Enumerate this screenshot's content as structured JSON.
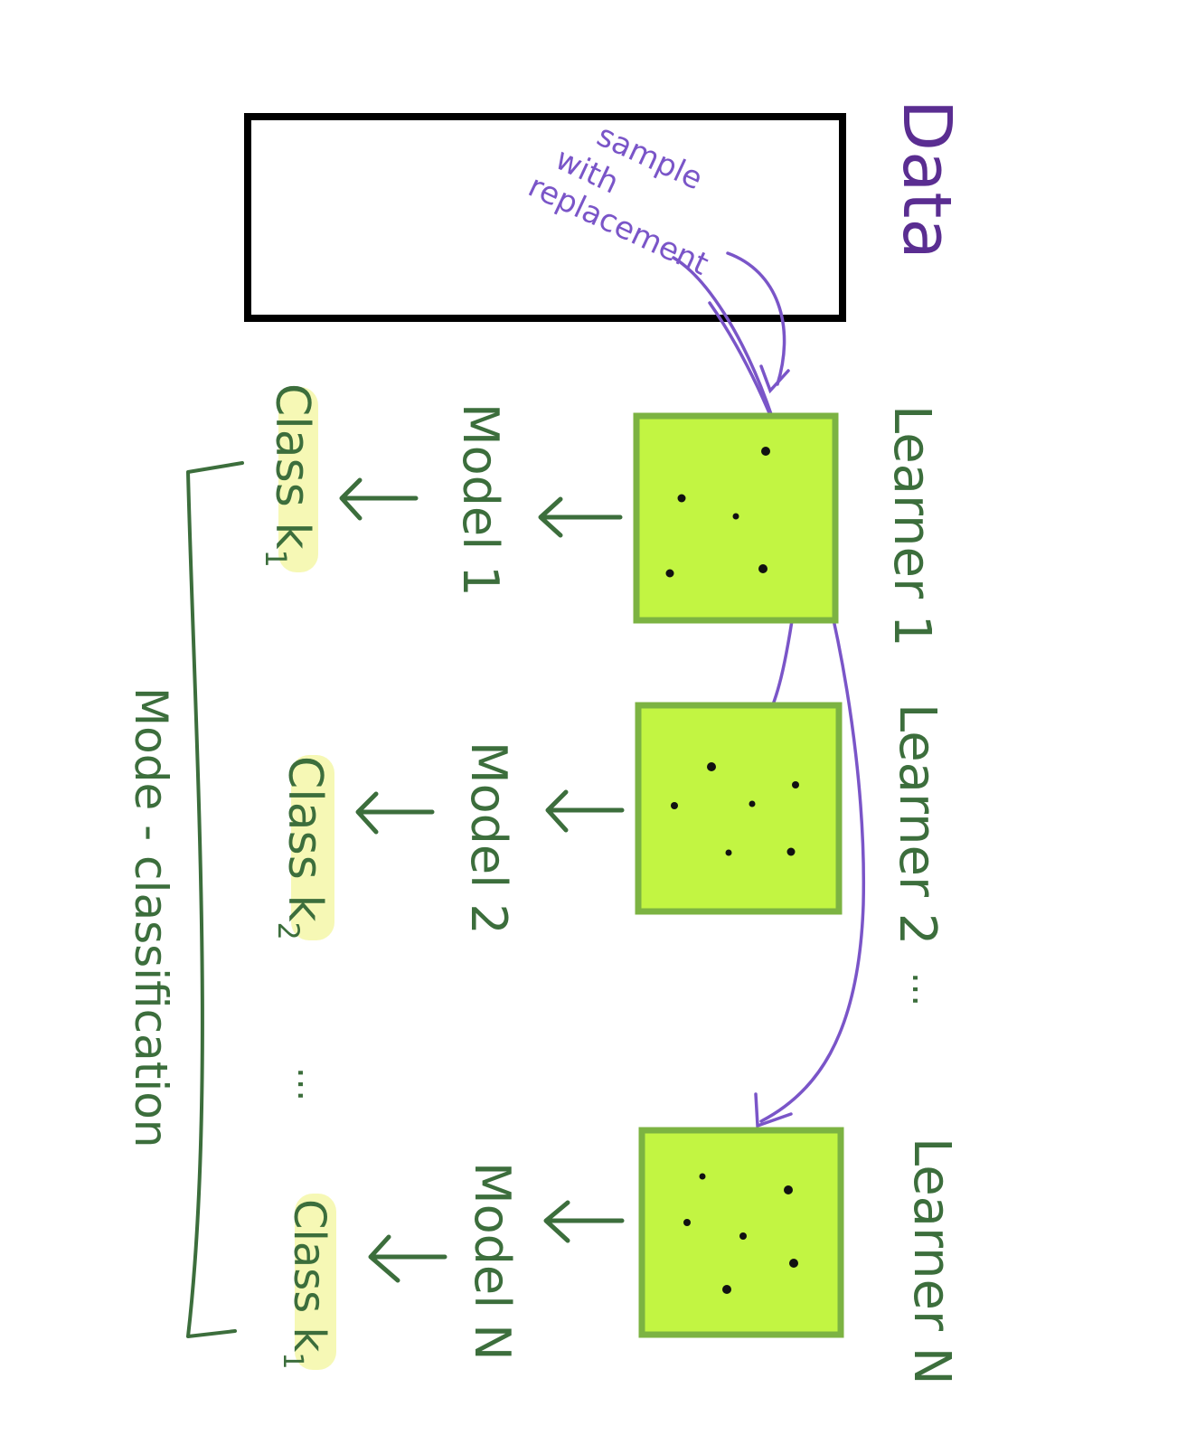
{
  "title": "Data",
  "data_box_caption": [
    "sample",
    "with",
    "replacement"
  ],
  "learners": [
    {
      "learner": "Learner 1",
      "model": "Model 1",
      "class": "Class k",
      "class_sub": "1"
    },
    {
      "learner": "Learner 2",
      "model": "Model 2",
      "class": "Class k",
      "class_sub": "2"
    },
    {
      "learner": "Learner N",
      "model": "Model N",
      "class": "Class k",
      "class_sub": "1"
    }
  ],
  "ellipsis": "...",
  "aggregation": "Mode - classification",
  "colors": {
    "ink_green": "#3c6e3c",
    "ink_purple": "#7a55c8",
    "title_purple": "#5a2d91",
    "box_fill": "#c2f542",
    "box_border": "#7cb342",
    "highlight": "#f5f7a8",
    "data_box": "#000000"
  }
}
